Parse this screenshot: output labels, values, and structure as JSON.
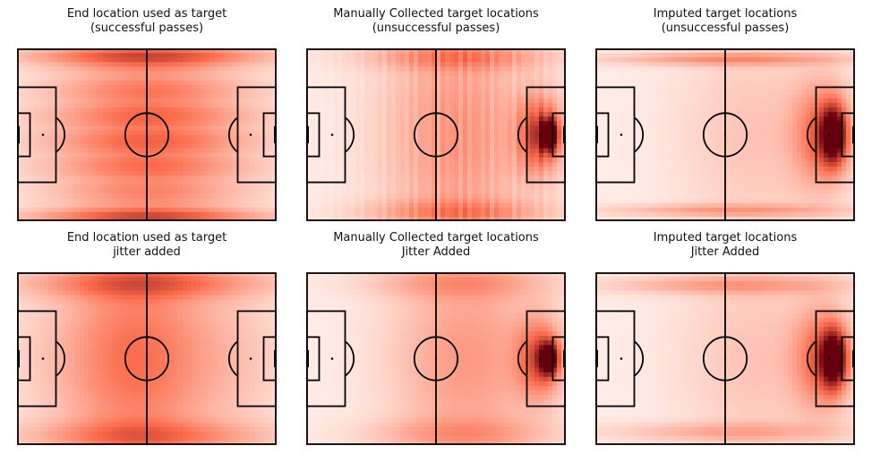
{
  "figure": {
    "panels": [
      {
        "title_line1": "End location used as target",
        "title_line2": "(successful passes)"
      },
      {
        "title_line1": "Manually Collected target locations",
        "title_line2": "(unsuccessful passes)"
      },
      {
        "title_line1": "Imputed target locations",
        "title_line2": "(unsuccessful passes)"
      },
      {
        "title_line1": "End location used as target",
        "title_line2": "jitter added"
      },
      {
        "title_line1": "Manually Collected target locations",
        "title_line2": "Jitter Added"
      },
      {
        "title_line1": "Imputed target locations",
        "title_line2": "Jitter Added"
      }
    ]
  },
  "chart_data": [
    {
      "type": "heatmap",
      "title": "End location used as target (successful passes)",
      "colormap": "Reds",
      "x_range": [
        0,
        120
      ],
      "y_range": [
        0,
        80
      ],
      "grid": false,
      "hotspots": [
        {
          "x": 60,
          "y": 78,
          "intensity": 0.35,
          "sx": 40,
          "sy": 3
        },
        {
          "x": 60,
          "y": 3,
          "intensity": 0.4,
          "sx": 40,
          "sy": 3
        },
        {
          "x": 60,
          "y": 40,
          "intensity": 0.3,
          "sx": 22,
          "sy": 40
        },
        {
          "x": 30,
          "y": 40,
          "intensity": 0.18,
          "sx": 25,
          "sy": 30
        },
        {
          "x": 90,
          "y": 40,
          "intensity": 0.2,
          "sx": 25,
          "sy": 30
        }
      ],
      "banded_columns": false,
      "banded_rows": true
    },
    {
      "type": "heatmap",
      "title": "Manually Collected target locations (unsuccessful passes)",
      "colormap": "Reds",
      "x_range": [
        0,
        120
      ],
      "y_range": [
        0,
        80
      ],
      "grid": false,
      "hotspots": [
        {
          "x": 112,
          "y": 40,
          "intensity": 1.0,
          "sx": 3,
          "sy": 5
        },
        {
          "x": 108,
          "y": 40,
          "intensity": 0.55,
          "sx": 7,
          "sy": 12
        },
        {
          "x": 70,
          "y": 40,
          "intensity": 0.3,
          "sx": 25,
          "sy": 40
        },
        {
          "x": 70,
          "y": 4,
          "intensity": 0.25,
          "sx": 30,
          "sy": 4
        },
        {
          "x": 70,
          "y": 76,
          "intensity": 0.25,
          "sx": 30,
          "sy": 4
        }
      ],
      "banded_columns": true,
      "banded_rows": false
    },
    {
      "type": "heatmap",
      "title": "Imputed target locations (unsuccessful passes)",
      "colormap": "Reds",
      "x_range": [
        0,
        120
      ],
      "y_range": [
        0,
        80
      ],
      "grid": false,
      "hotspots": [
        {
          "x": 110,
          "y": 40,
          "intensity": 1.0,
          "sx": 4,
          "sy": 9
        },
        {
          "x": 105,
          "y": 40,
          "intensity": 0.45,
          "sx": 9,
          "sy": 16
        },
        {
          "x": 60,
          "y": 5,
          "intensity": 0.3,
          "sx": 40,
          "sy": 2
        },
        {
          "x": 60,
          "y": 75,
          "intensity": 0.25,
          "sx": 40,
          "sy": 2
        },
        {
          "x": 75,
          "y": 40,
          "intensity": 0.15,
          "sx": 25,
          "sy": 35
        }
      ],
      "banded_columns": false,
      "banded_rows": false
    },
    {
      "type": "heatmap",
      "title": "End location used as target jitter added",
      "colormap": "Reds",
      "x_range": [
        0,
        120
      ],
      "y_range": [
        0,
        80
      ],
      "grid": false,
      "hotspots": [
        {
          "x": 60,
          "y": 76,
          "intensity": 0.3,
          "sx": 40,
          "sy": 5
        },
        {
          "x": 60,
          "y": 5,
          "intensity": 0.35,
          "sx": 40,
          "sy": 5
        },
        {
          "x": 55,
          "y": 40,
          "intensity": 0.3,
          "sx": 20,
          "sy": 40
        },
        {
          "x": 30,
          "y": 40,
          "intensity": 0.15,
          "sx": 25,
          "sy": 30
        },
        {
          "x": 90,
          "y": 40,
          "intensity": 0.18,
          "sx": 25,
          "sy": 30
        }
      ],
      "banded_columns": false,
      "banded_rows": false
    },
    {
      "type": "heatmap",
      "title": "Manually Collected target locations Jitter Added",
      "colormap": "Reds",
      "x_range": [
        0,
        120
      ],
      "y_range": [
        0,
        80
      ],
      "grid": false,
      "hotspots": [
        {
          "x": 112,
          "y": 40,
          "intensity": 1.0,
          "sx": 3,
          "sy": 5
        },
        {
          "x": 108,
          "y": 40,
          "intensity": 0.5,
          "sx": 7,
          "sy": 12
        },
        {
          "x": 75,
          "y": 40,
          "intensity": 0.3,
          "sx": 25,
          "sy": 35
        },
        {
          "x": 70,
          "y": 5,
          "intensity": 0.2,
          "sx": 30,
          "sy": 5
        },
        {
          "x": 70,
          "y": 75,
          "intensity": 0.2,
          "sx": 30,
          "sy": 5
        }
      ],
      "banded_columns": false,
      "banded_rows": false
    },
    {
      "type": "heatmap",
      "title": "Imputed target locations Jitter Added",
      "colormap": "Reds",
      "x_range": [
        0,
        120
      ],
      "y_range": [
        0,
        80
      ],
      "grid": false,
      "hotspots": [
        {
          "x": 110,
          "y": 40,
          "intensity": 1.0,
          "sx": 4,
          "sy": 9
        },
        {
          "x": 105,
          "y": 40,
          "intensity": 0.45,
          "sx": 9,
          "sy": 16
        },
        {
          "x": 60,
          "y": 6,
          "intensity": 0.25,
          "sx": 40,
          "sy": 3
        },
        {
          "x": 60,
          "y": 74,
          "intensity": 0.2,
          "sx": 40,
          "sy": 3
        },
        {
          "x": 75,
          "y": 40,
          "intensity": 0.15,
          "sx": 25,
          "sy": 35
        }
      ],
      "banded_columns": false,
      "banded_rows": false
    }
  ],
  "colors": {
    "line": "#000000",
    "low": "#fff5f0",
    "mid": "#fb6a4a",
    "high": "#67000d"
  }
}
